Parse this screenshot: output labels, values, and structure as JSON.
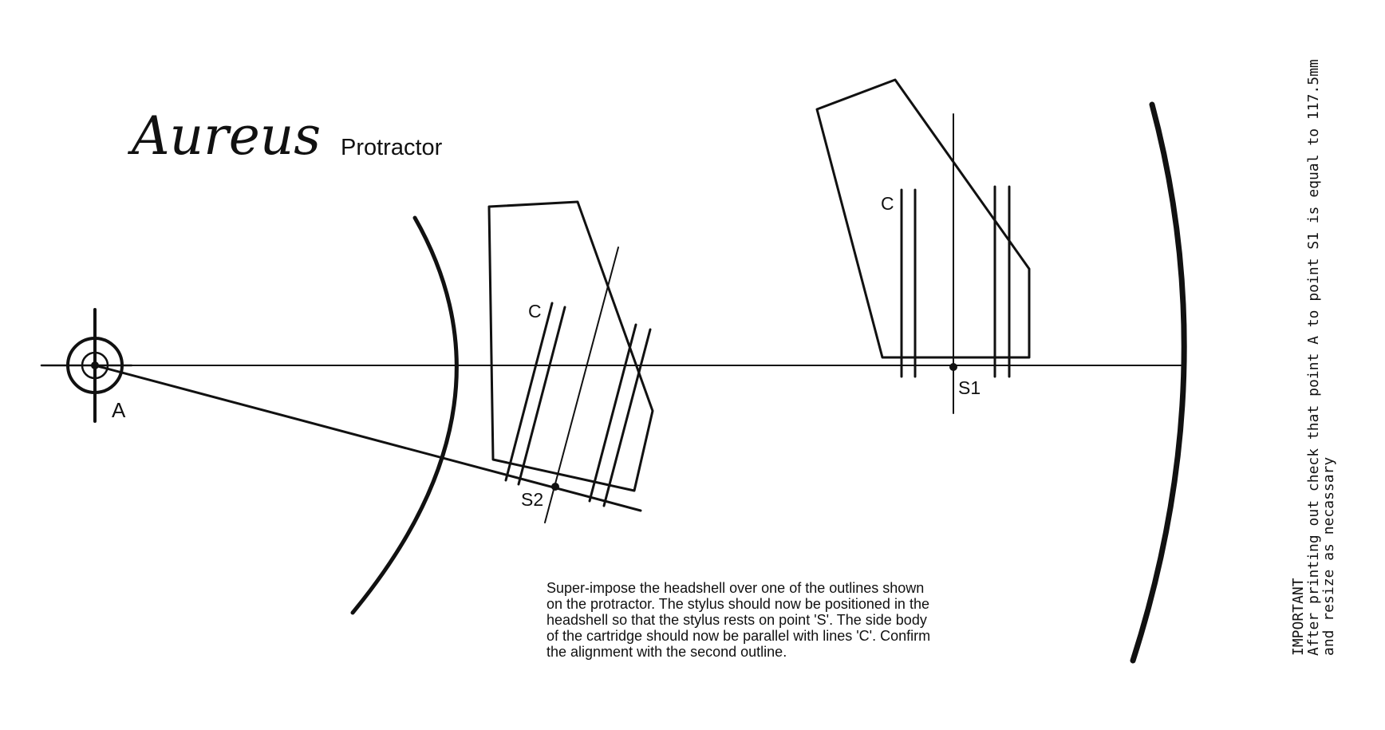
{
  "brand": {
    "name": "Aureus",
    "subtitle": "Protractor"
  },
  "points": {
    "pivot": "A",
    "null_point_1": "S1",
    "null_point_2": "S2"
  },
  "line_labels": {
    "cartridge_lines_1": "C",
    "cartridge_lines_2": "C"
  },
  "instructions": {
    "lines": [
      "Super-impose the headshell over one of the outlines shown",
      "on the protractor. The stylus should now be positioned in the",
      "headshell so that the stylus rests on point 'S'. The side body",
      "of the cartridge should now be parallel with lines 'C'. Confirm",
      "the alignment with the second outline."
    ]
  },
  "important": {
    "heading": "IMPORTANT",
    "lines": [
      "After printing out check that point A to point S1 is equal to 117.5mm",
      "and resize as necassary"
    ]
  },
  "colors": {
    "ink": "#111111",
    "paper": "#ffffff"
  }
}
